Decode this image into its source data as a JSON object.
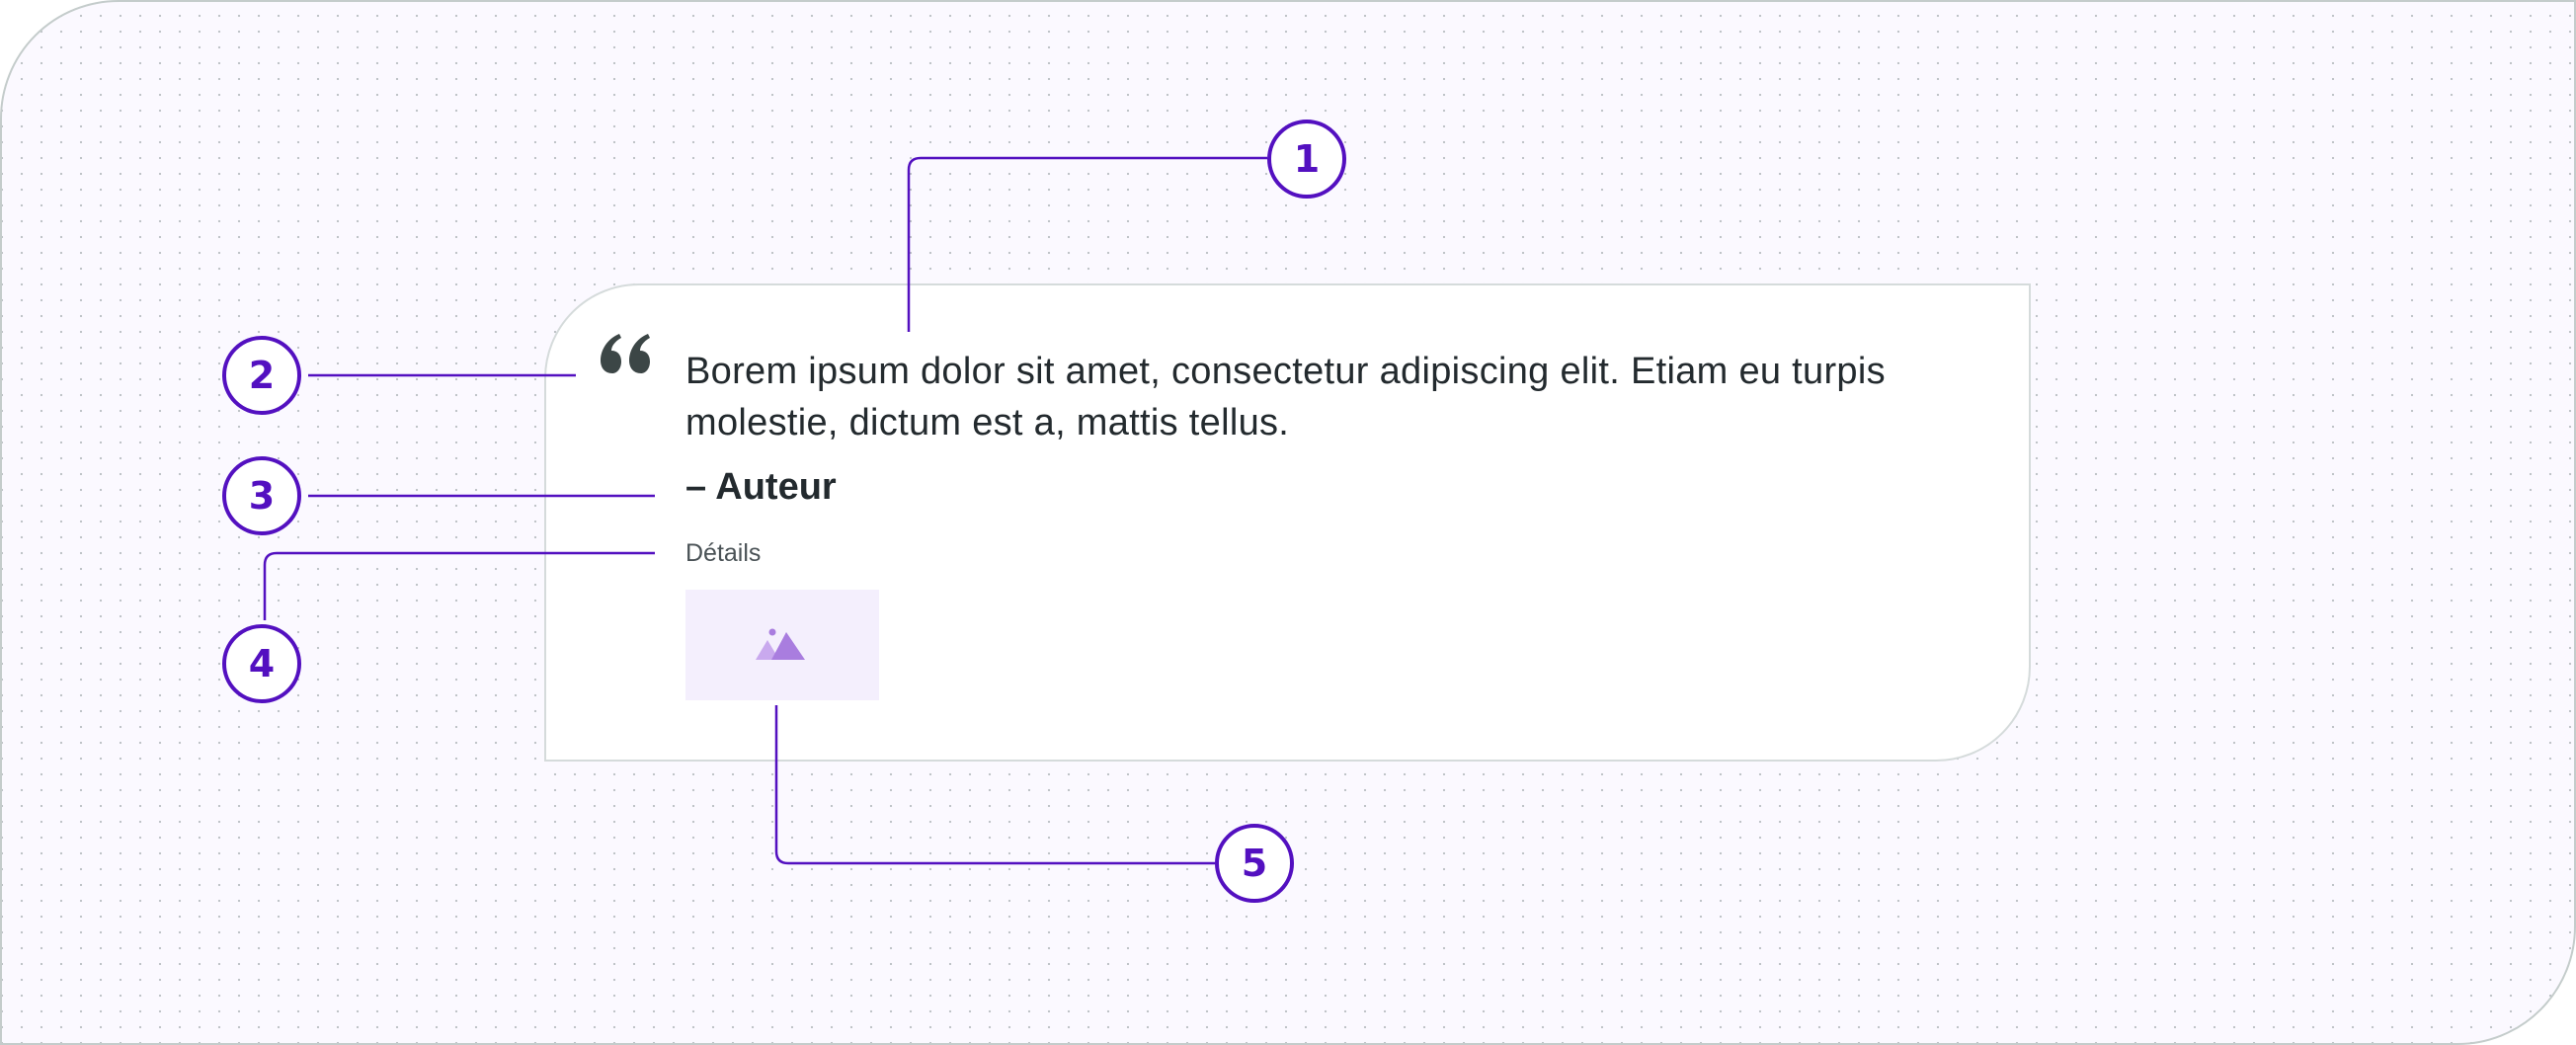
{
  "colors": {
    "accent": "#5310c0",
    "text": "#232a2e",
    "muted_text": "#4a5256",
    "card_border": "#d5dbdb",
    "frame_border": "#c4cccb",
    "background": "#fbf9ff",
    "image_bg": "#f4effd",
    "image_icon": "#a97ddf"
  },
  "quote": {
    "icon": "quote-open-icon",
    "text": "Borem ipsum dolor sit amet, consectetur adipiscing elit. Etiam eu turpis molestie, dictum est a, mattis tellus.",
    "author": "– Auteur",
    "details": "Détails",
    "image_icon": "image-placeholder-icon"
  },
  "callouts": [
    {
      "number": "1",
      "target": "card-top"
    },
    {
      "number": "2",
      "target": "quote-mark"
    },
    {
      "number": "3",
      "target": "author"
    },
    {
      "number": "4",
      "target": "details"
    },
    {
      "number": "5",
      "target": "image"
    }
  ]
}
